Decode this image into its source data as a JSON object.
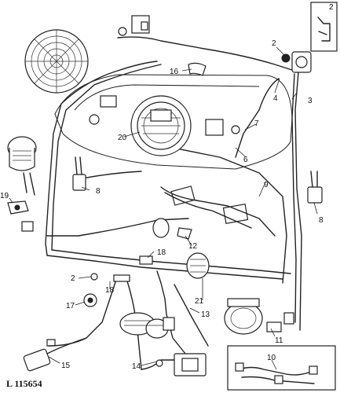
{
  "figure": {
    "reference": "L 115654",
    "callouts": {
      "c1": "2",
      "c2": "2",
      "c3": "3",
      "c4": "4",
      "c5": "6",
      "c6": "7",
      "c7": "8",
      "c8": "8",
      "c9": "9",
      "c10": "10",
      "c11": "11",
      "c12": "12",
      "c13": "13",
      "c14": "14",
      "c15": "15",
      "c16": "16",
      "c17": "17",
      "c18": "18",
      "c19": "18",
      "c20": "19",
      "c21": "20",
      "c22": "21",
      "c23": "2"
    }
  }
}
